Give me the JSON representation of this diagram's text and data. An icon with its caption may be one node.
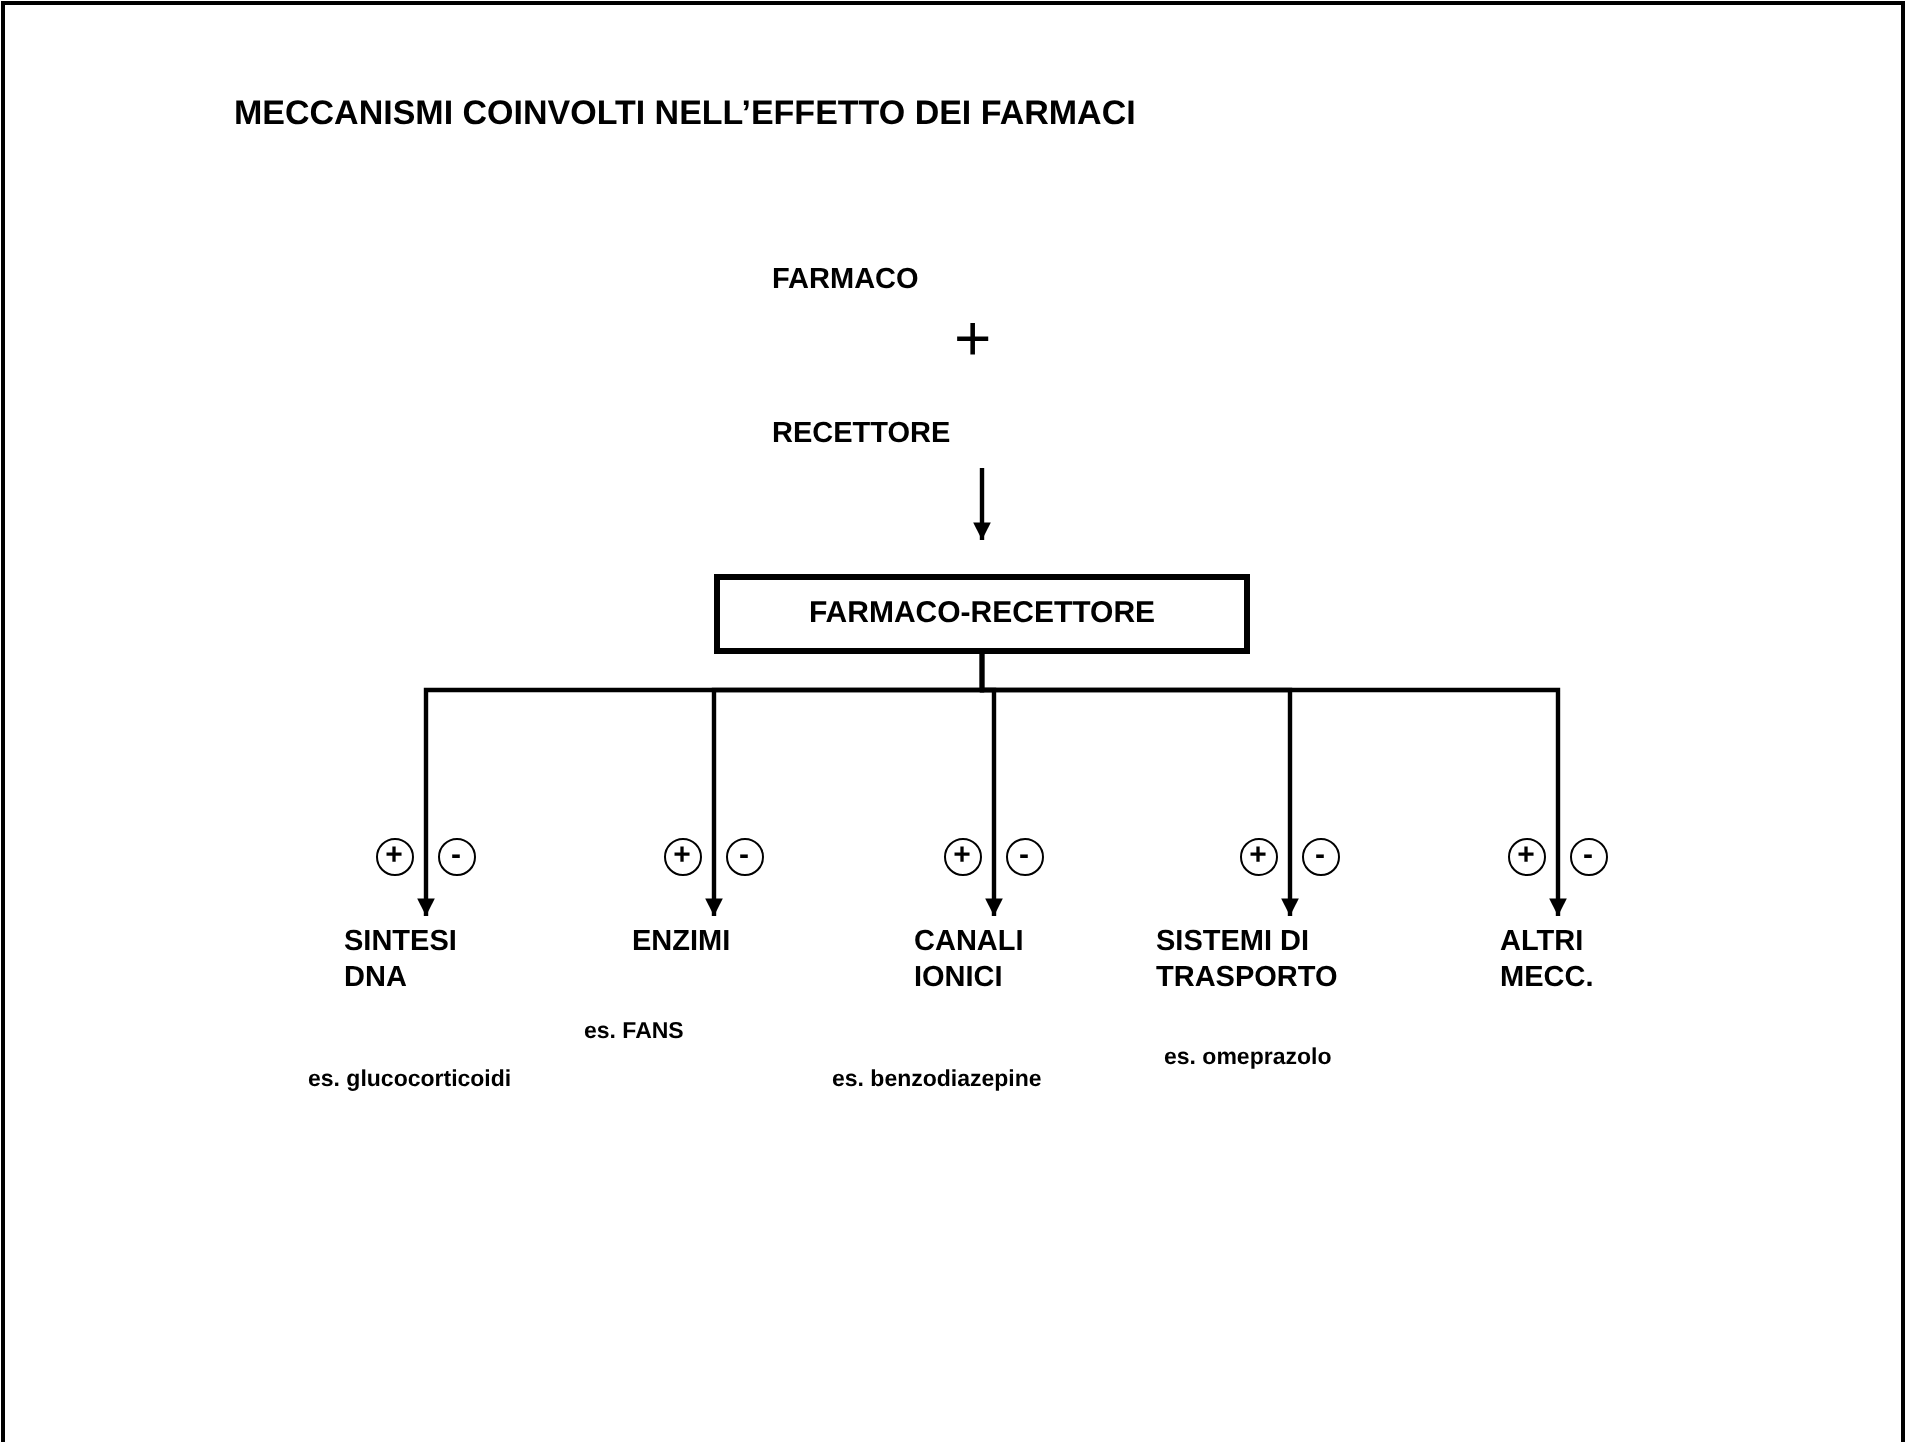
{
  "diagram": {
    "title": "MECCANISMI COINVOLTI NELL’EFFETTO DEI FARMACI",
    "nodes": [
      {
        "text": [
          "FARMACO"
        ]
      },
      {
        "text": [
          "RECETTORE"
        ]
      },
      {
        "text": [
          "FARMACO-RECETTORE"
        ]
      },
      {
        "text": [
          "SINTESI DNA"
        ],
        "beside": [
          "es. glucocorticoidi"
        ]
      },
      {
        "text": [
          "ENZIMI"
        ],
        "beside": [
          "es. FANS"
        ]
      },
      {
        "text": [
          "CANALI IONICI"
        ],
        "beside": [
          "es. benzodiazepine"
        ]
      },
      {
        "text": [
          "SISTEMI DI TRASPORTO"
        ],
        "beside": [
          "es. omeprazolo"
        ]
      },
      {
        "text": [
          "ALTRI MECC."
        ]
      }
    ],
    "edges": [
      {
        "from": 1,
        "to": 2,
        "arrow": "to"
      },
      {
        "from": 2,
        "to": 3,
        "arrow": "to"
      },
      {
        "from": 2,
        "to": 4,
        "arrow": "to"
      },
      {
        "from": 2,
        "to": 5,
        "arrow": "to"
      },
      {
        "from": 2,
        "to": 6,
        "arrow": "to"
      },
      {
        "from": 2,
        "to": 7,
        "arrow": "to"
      }
    ],
    "labels": [
      "+",
      "+",
      "-",
      "+",
      "-",
      "+",
      "-",
      "+",
      "-",
      "+",
      "-"
    ]
  }
}
